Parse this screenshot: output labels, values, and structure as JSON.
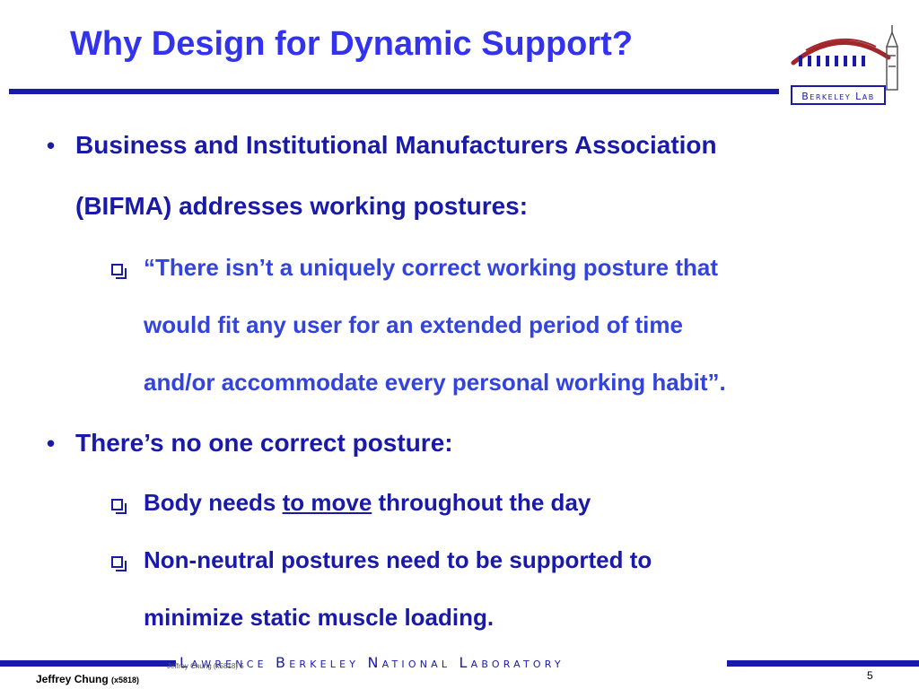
{
  "slide": {
    "title": "Why Design for Dynamic Support?",
    "logo": {
      "name": "berkeley-lab-logo",
      "text": "Berkeley Lab",
      "colors": {
        "arch": "#a0282d",
        "bar": "#1a1aa8",
        "tower": "#555555"
      }
    },
    "bullets": [
      {
        "line1": "Business and Institutional Manufacturers Association",
        "line2": "(BIFMA) addresses working postures:",
        "subs": [
          {
            "line1": "“There isn’t a uniquely correct working posture that",
            "line2": "would fit any user for an extended period of time",
            "line3": "and/or accommodate every personal working habit”."
          }
        ]
      },
      {
        "line1": "There’s no one correct posture:",
        "subs": [
          {
            "pre": "Body needs ",
            "underlined": "to move",
            "post": " throughout the day"
          },
          {
            "line1": "Non-neutral postures need to be supported to",
            "line2": "minimize static muscle loading."
          }
        ]
      }
    ],
    "bullet_symbol": "•"
  },
  "footer": {
    "lab_name": "Lawrence Berkeley National Laboratory",
    "ghost_text": "Jeffrey Chung (x5818) 5",
    "author": "Jeffrey Chung",
    "extension": "(x5818)",
    "page_number": "5"
  },
  "colors": {
    "title": "#3333ee",
    "primary_text": "#1a1aa8",
    "quote_text": "#3344dd",
    "rule": "#1a1aa8"
  }
}
